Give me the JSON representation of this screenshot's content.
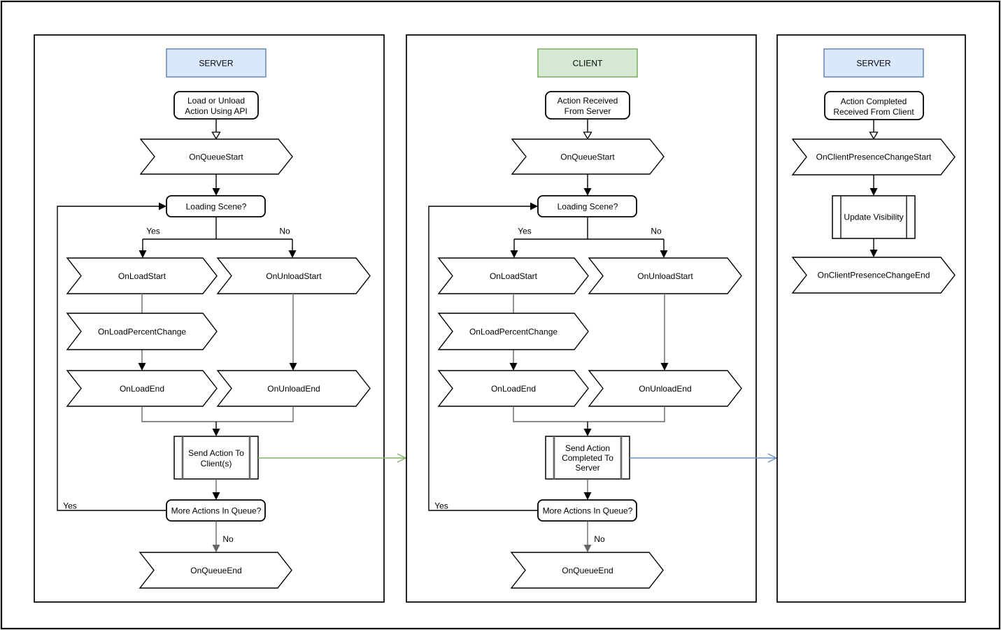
{
  "colors": {
    "server_header_fill": "#dae8fc",
    "server_header_stroke": "#6c8ebf",
    "client_header_fill": "#d5e8d4",
    "client_header_stroke": "#82b366",
    "to_client_arrow": "#82b366",
    "to_server_arrow": "#6c8ebf",
    "connector": "#666666"
  },
  "panels": [
    {
      "header": "SERVER",
      "start_line1": "Load or Unload",
      "start_line2": "Action Using API",
      "on_queue_start": "OnQueueStart",
      "loading_scene": "Loading Scene?",
      "yes": "Yes",
      "no": "No",
      "on_load_start": "OnLoadStart",
      "on_unload_start": "OnUnloadStart",
      "on_load_percent_change": "OnLoadPercentChange",
      "on_load_end": "OnLoadEnd",
      "on_unload_end": "OnUnloadEnd",
      "sub_line1": "Send Action To",
      "sub_line2": "Client(s)",
      "loop_yes": "Yes",
      "more_actions": "More Actions In Queue?",
      "exit_no": "No",
      "on_queue_end": "OnQueueEnd"
    },
    {
      "header": "CLIENT",
      "start_line1": "Action Received",
      "start_line2": "From Server",
      "on_queue_start": "OnQueueStart",
      "loading_scene": "Loading Scene?",
      "yes": "Yes",
      "no": "No",
      "on_load_start": "OnLoadStart",
      "on_unload_start": "OnUnloadStart",
      "on_load_percent_change": "OnLoadPercentChange",
      "on_load_end": "OnLoadEnd",
      "on_unload_end": "OnUnloadEnd",
      "sub_line1": "Send Action",
      "sub_line2": "Completed To",
      "sub_line3": "Server",
      "loop_yes": "Yes",
      "more_actions": "More Actions In Queue?",
      "exit_no": "No",
      "on_queue_end": "OnQueueEnd"
    },
    {
      "header": "SERVER",
      "start_line1": "Action Completed",
      "start_line2": "Received From Client",
      "change_start": "OnClientPresenceChangeStart",
      "update_visibility": "Update Visibility",
      "change_end": "OnClientPresenceChangeEnd"
    }
  ]
}
